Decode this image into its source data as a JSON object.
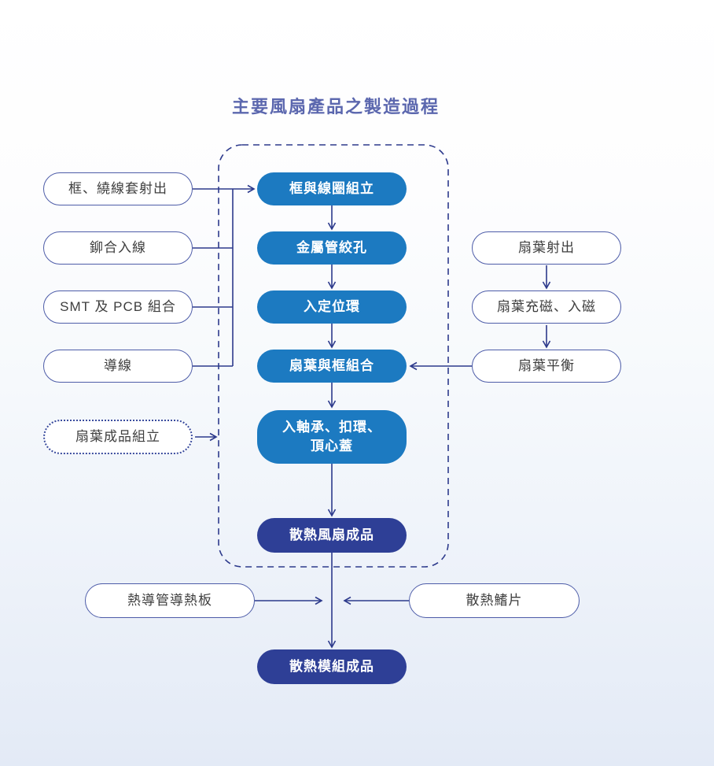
{
  "title": "主要風扇產品之製造過程",
  "left_inputs": [
    "框、繞線套射出",
    "鉚合入線",
    "SMT 及 PCB 組合",
    "導線"
  ],
  "left_dotted_input": "扇葉成品組立",
  "center_steps": [
    "框與線圈組立",
    "金屬管絞孔",
    "入定位環",
    "扇葉與框組合",
    "入軸承、扣環、\n頂心蓋",
    "散熱風扇成品"
  ],
  "right_inputs": [
    "扇葉射出",
    "扇葉充磁、入磁",
    "扇葉平衡"
  ],
  "bottom_inputs": [
    "熱導管導熱板",
    "散熱鰭片"
  ],
  "final_step": "散熱模組成品",
  "colors": {
    "process_fill": "#1c7ac1",
    "final_fill": "#2e3f96",
    "connector_line": "#2d3a8c",
    "outline_border": "#4d5ca8",
    "title_text": "#5b67ae"
  }
}
